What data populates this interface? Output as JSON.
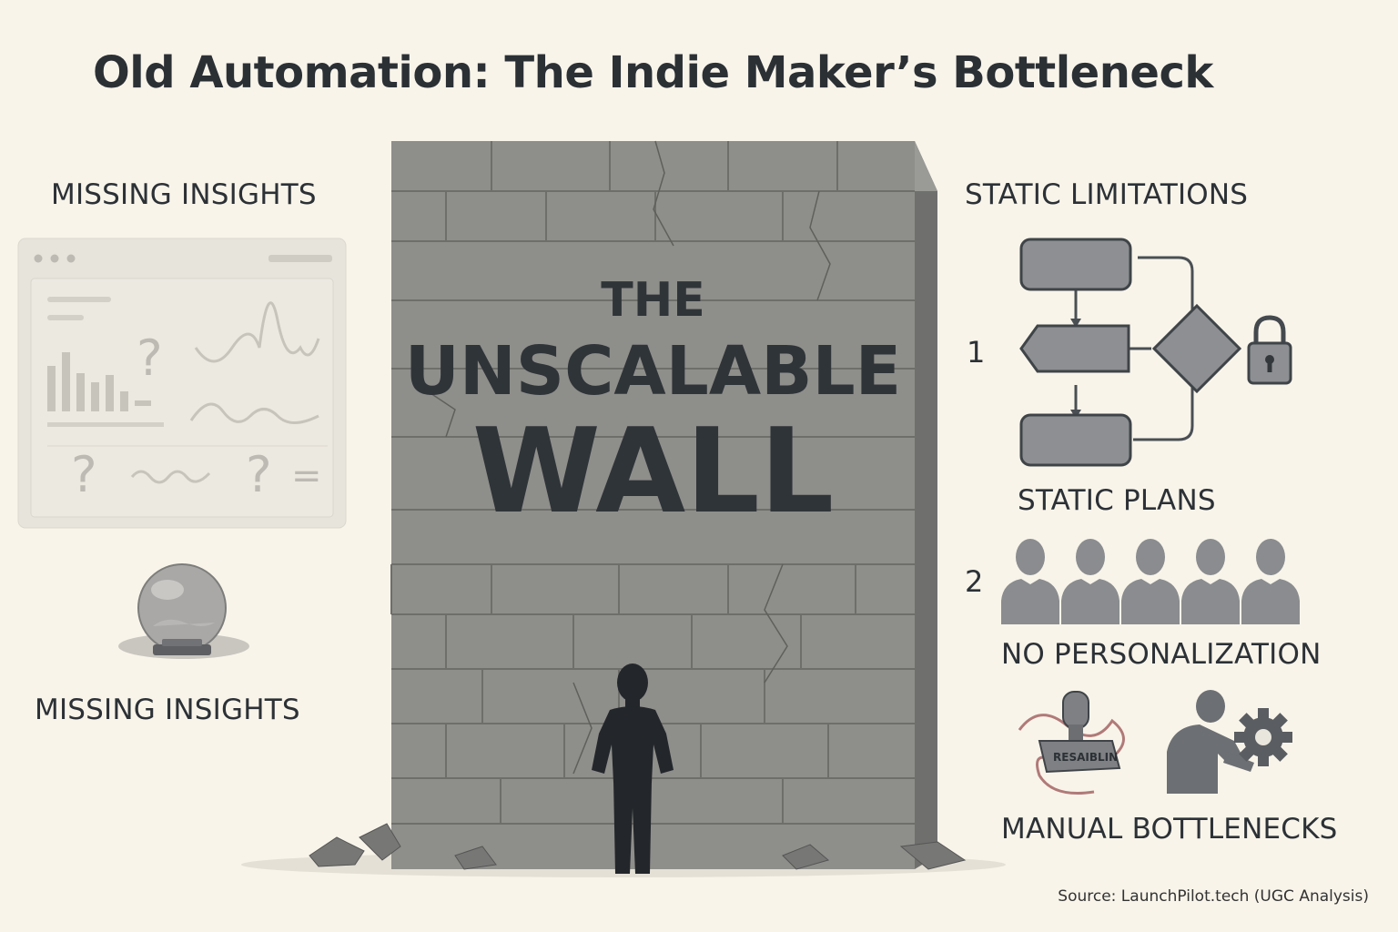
{
  "title": "Old Automation: The Indie Maker’s Bottleneck",
  "left": {
    "heading": "MISSING INSIGHTS",
    "caption": "MISSING INSIGHTS",
    "dashboard_marks": [
      "?",
      "?",
      "?",
      "="
    ]
  },
  "wall": {
    "line1": "THE",
    "line2": "UNSCALABLE",
    "line3": "WALL"
  },
  "right": {
    "heading": "STATIC LIMITATIONS",
    "items": [
      {
        "number": "1",
        "label": "STATIC PLANS"
      },
      {
        "number": "2",
        "label": "NO PERSONALIZATION"
      },
      {
        "number": "",
        "label": "MANUAL BOTTLENECKS"
      }
    ],
    "stamp_text": "RESAIBLIN"
  },
  "source": "Source: LaunchPilot.tech (UGC Analysis)",
  "colors": {
    "background": "#f8f4ea",
    "wall": "#8e8e8b",
    "text": "#2b3035",
    "icon_gray": "#8a8c8f",
    "rope": "#b07a78"
  },
  "icons": [
    "dashboard-icon",
    "crystal-ball-icon",
    "flowchart-icon",
    "lock-icon",
    "people-icon",
    "stamp-icon",
    "worker-gear-icon",
    "person-silhouette"
  ]
}
